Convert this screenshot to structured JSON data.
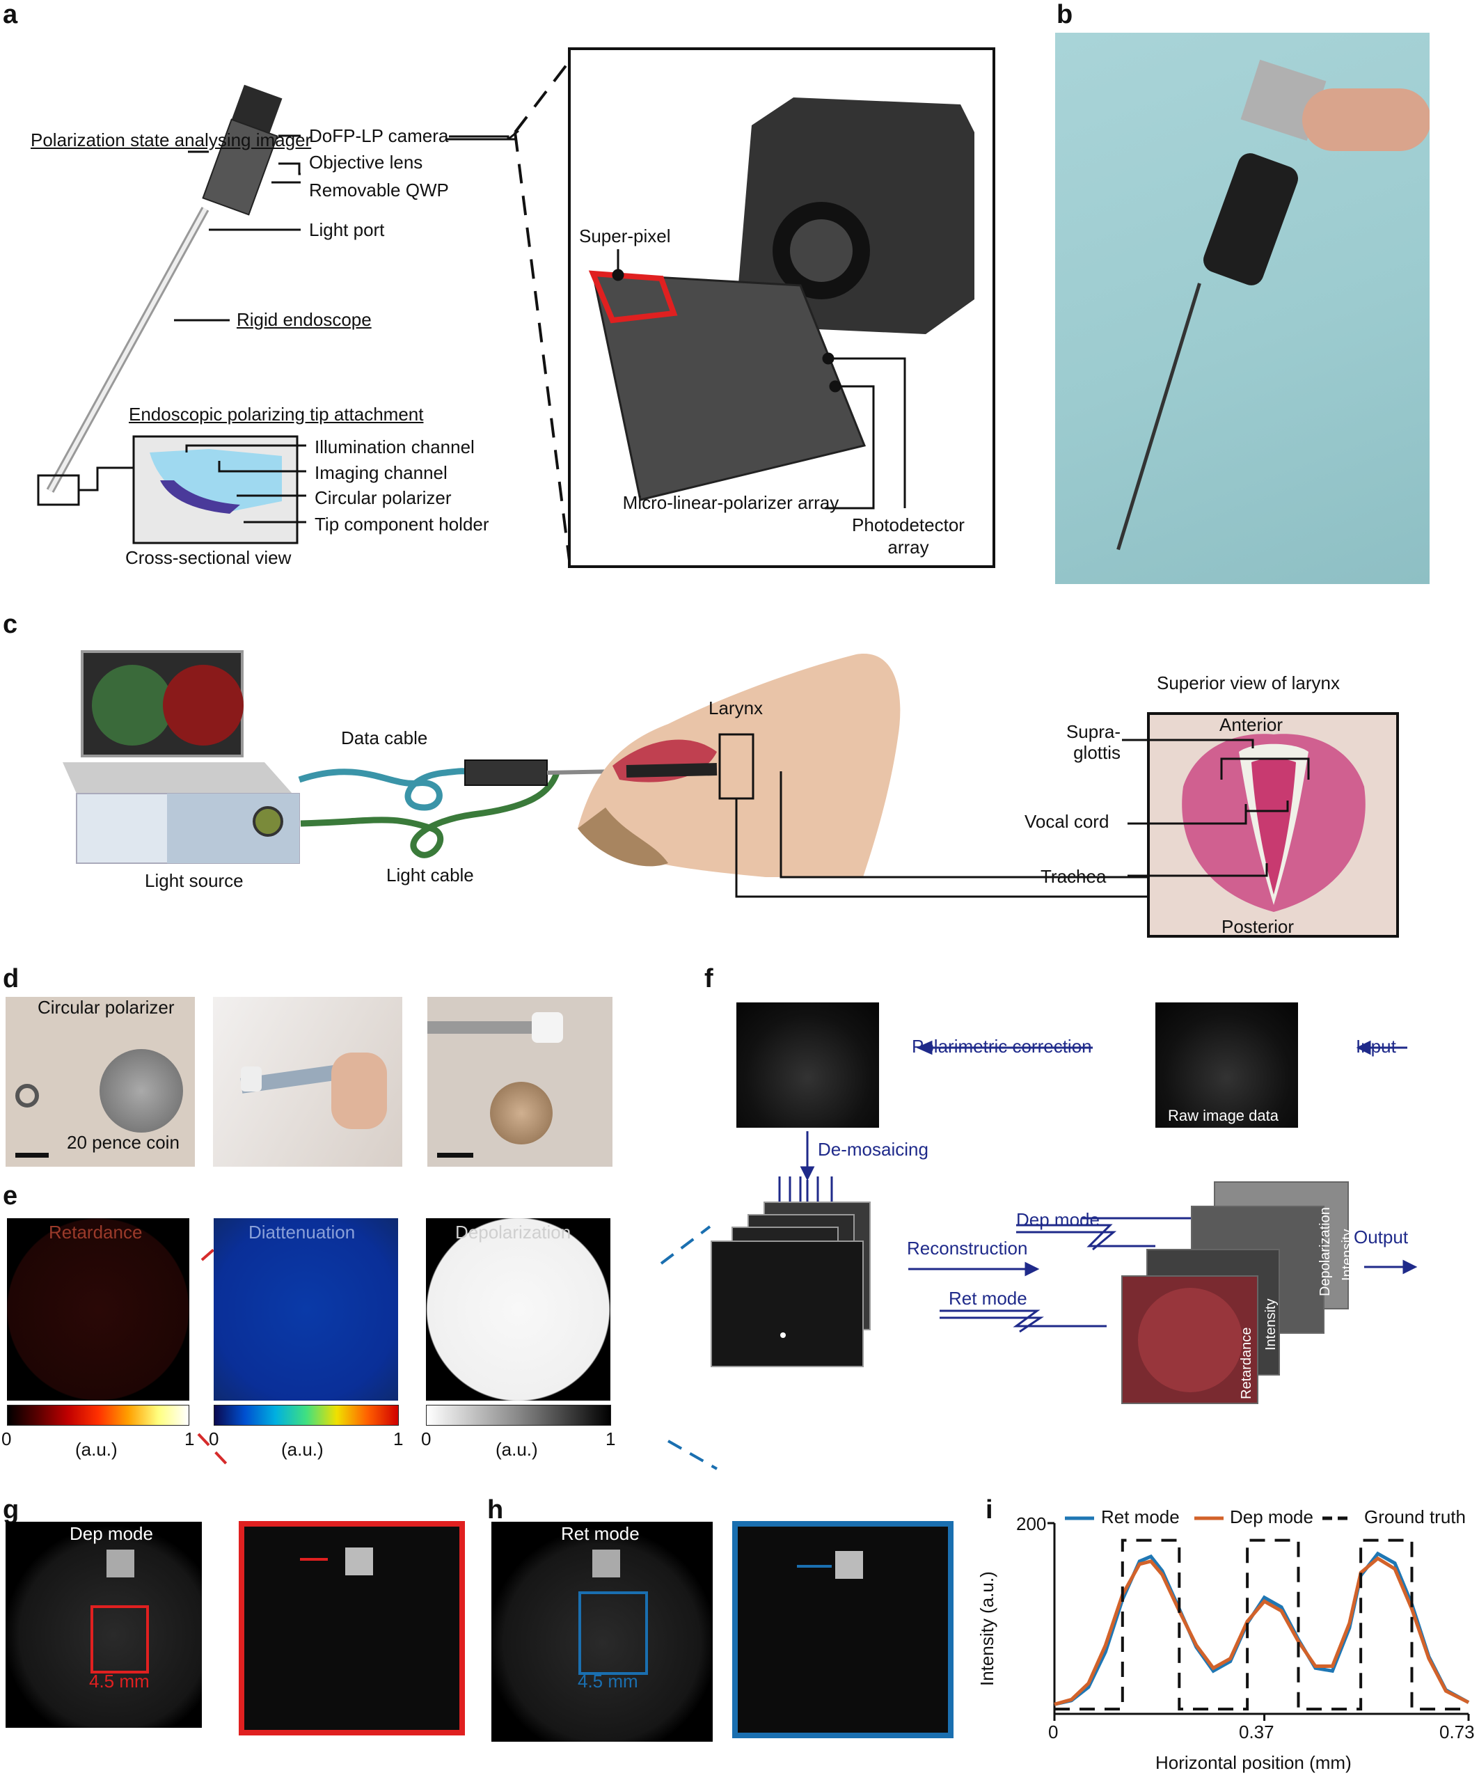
{
  "panels": {
    "a": {
      "label": "a",
      "imager_title": "Polarization state analysing imager",
      "camera": "DoFP-LP camera",
      "objective": "Objective lens",
      "qwp": "Removable QWP",
      "light_port": "Light port",
      "endoscope": "Rigid endoscope",
      "tip_title": "Endoscopic polarizing tip attachment",
      "illum": "Illumination channel",
      "imaging": "Imaging channel",
      "circ_pol": "Circular polarizer",
      "tip_holder": "Tip component holder",
      "cross_view": "Cross-sectional view",
      "superpixel": "Super-pixel",
      "mlp": "Micro-linear-polarizer array",
      "photodet": "Photodetector array"
    },
    "b": {
      "label": "b"
    },
    "c": {
      "label": "c",
      "data_cable": "Data cable",
      "light_cable": "Light cable",
      "light_source": "Light source",
      "larynx": "Larynx",
      "superior": "Superior view of larynx",
      "anterior": "Anterior",
      "posterior": "Posterior",
      "supraglottis": "Supra-glottis",
      "vocal_cord": "Vocal cord",
      "trachea": "Trachea"
    },
    "d": {
      "label": "d",
      "circ_pol": "Circular polarizer",
      "coin": "20 pence coin"
    },
    "e": {
      "label": "e",
      "maps": [
        {
          "title": "Retardance",
          "min": "0",
          "max": "1",
          "unit": "(a.u.)"
        },
        {
          "title": "Diattenuation",
          "min": "0",
          "max": "1",
          "unit": "(a.u.)"
        },
        {
          "title": "Depolarization",
          "min": "0",
          "max": "1",
          "unit": "(a.u.)"
        }
      ]
    },
    "f": {
      "label": "f",
      "polcorr": "Polarimetric correction",
      "input": "Input",
      "raw": "Raw image data",
      "demosaic": "De-mosaicing",
      "recon": "Reconstruction",
      "dep_mode": "Dep mode",
      "ret_mode": "Ret mode",
      "output": "Output",
      "depol": "Depolarization",
      "intensity": "Intensity",
      "retard": "Retardance"
    },
    "g": {
      "label": "g",
      "mode": "Dep mode",
      "scale": "4.5 mm"
    },
    "h": {
      "label": "h",
      "mode": "Ret mode",
      "scale": "4.5 mm"
    }
  },
  "chart_data": {
    "type": "line",
    "panel_label": "i",
    "xlabel": "Horizontal position (mm)",
    "ylabel": "Intensity (a.u.)",
    "x_ticks": [
      "0",
      "0.37",
      "0.73"
    ],
    "y_ticks": [
      "200"
    ],
    "xlim": [
      0,
      0.73
    ],
    "ylim": [
      0,
      200
    ],
    "legend_placement": "top",
    "x": [
      0,
      0.03,
      0.06,
      0.09,
      0.12,
      0.15,
      0.17,
      0.19,
      0.22,
      0.25,
      0.28,
      0.31,
      0.34,
      0.37,
      0.4,
      0.43,
      0.46,
      0.49,
      0.52,
      0.54,
      0.57,
      0.6,
      0.63,
      0.66,
      0.69,
      0.73
    ],
    "series": [
      {
        "name": "Ret mode",
        "color": "#1f77b4",
        "values": [
          10,
          14,
          28,
          65,
          120,
          160,
          165,
          150,
          110,
          70,
          45,
          55,
          95,
          122,
          112,
          78,
          48,
          45,
          90,
          145,
          168,
          158,
          115,
          60,
          25,
          12
        ]
      },
      {
        "name": "Dep mode",
        "color": "#d2622a",
        "values": [
          10,
          15,
          32,
          72,
          125,
          157,
          160,
          146,
          108,
          72,
          48,
          58,
          97,
          118,
          108,
          76,
          50,
          50,
          95,
          148,
          163,
          152,
          110,
          58,
          24,
          12
        ]
      },
      {
        "name": "Ground truth",
        "color": "#111111",
        "dashed": true,
        "values": [
          5,
          5,
          5,
          5,
          182,
          182,
          182,
          182,
          5,
          5,
          5,
          5,
          182,
          182,
          182,
          5,
          5,
          5,
          5,
          182,
          182,
          182,
          5,
          5,
          5,
          5
        ]
      }
    ],
    "colors": {
      "ret": "#1f77b4",
      "dep": "#d2622a",
      "ground": "#111111"
    }
  }
}
